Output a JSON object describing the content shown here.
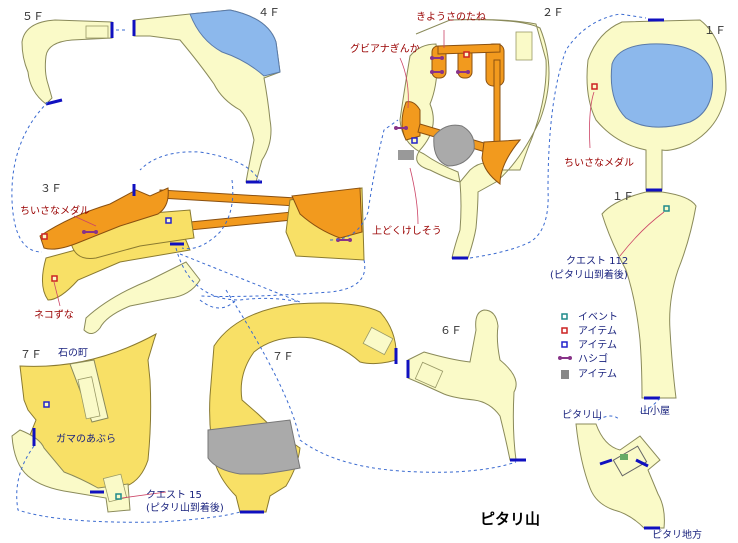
{
  "map_title": "ピタリ山",
  "floors": {
    "f5": "５Ｆ",
    "f4": "４Ｆ",
    "f3": "３Ｆ",
    "f2": "２Ｆ",
    "f1_top": "１Ｆ",
    "f1_mid": "１Ｆ",
    "f7_left": "７Ｆ",
    "f7_mid": "７Ｆ",
    "f6": "６Ｆ"
  },
  "labels": {
    "kiyousa": "きようさのたね",
    "gubianagin": "グビアナぎんか",
    "joudoku": "上どくけしそう",
    "medal_f3": "ちいさなメダル",
    "nekozuna": "ネコずな",
    "medal_f1": "ちいさなメダル",
    "quest112_line1": "クエスト 112",
    "quest112_line2": "(ピタリ山到着後)",
    "ishinomachi": "石の町",
    "gama": "ガマのあぶら",
    "quest15_line1": "クエスト 15",
    "quest15_line2": "(ピタリ山到着後)",
    "pitari_yama": "ピタリ山",
    "yamagoya": "山小屋",
    "pitari_chihou": "ピタリ地方"
  },
  "legend": [
    {
      "marker": "event",
      "label": "イベント",
      "color": "#1f8a8a"
    },
    {
      "marker": "item-red",
      "label": "アイテム",
      "color": "#cc2222"
    },
    {
      "marker": "item-blue",
      "label": "アイテム",
      "color": "#2222cc"
    },
    {
      "marker": "ladder",
      "label": "ハシゴ",
      "color": "#883388"
    },
    {
      "marker": "item-gray",
      "label": "アイテム",
      "color": "#777777"
    }
  ],
  "colors": {
    "ground": "#fafac8",
    "ground_raised": "#f8e066",
    "ground_high": "#f29a1e",
    "water": "#8cb8ec",
    "rock": "#aaaaaa",
    "exit": "#1010c0",
    "route": "#3a6ad0"
  }
}
